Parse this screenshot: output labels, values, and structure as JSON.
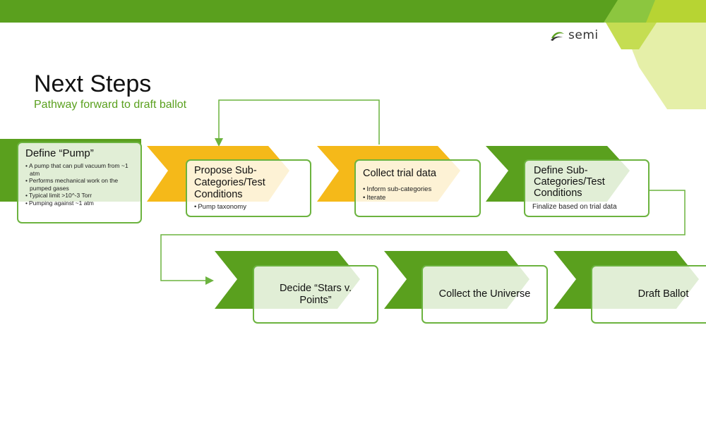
{
  "slide": {
    "title": "Next Steps",
    "subtitle": "Pathway forward to draft ballot"
  },
  "logo": {
    "text": "semi"
  },
  "colors": {
    "green": "#5aa01e",
    "yellow": "#f5b919",
    "box_border": "#6cb33f",
    "accent_light_green": "#c5dd52"
  },
  "steps": [
    {
      "title": "Define “Pump”",
      "bullets": [
        "A pump that can pull vacuum from ~1 atm",
        "Performs mechanical work on the pumped gases",
        "Typical limit >10^-3  Torr",
        "Pumping against ~1 atm"
      ]
    },
    {
      "title": "Propose Sub-Categories/Test Conditions",
      "bullets": [
        "Pump taxonomy"
      ]
    },
    {
      "title": "Collect trial data",
      "bullets": [
        "Inform sub-categories",
        "Iterate"
      ]
    },
    {
      "title": "Define Sub-Categories/Test Conditions",
      "note": "Finalize based on trial data"
    },
    {
      "title": "Decide “Stars v. Points”"
    },
    {
      "title": "Collect the Universe"
    },
    {
      "title": "Draft Ballot"
    }
  ]
}
